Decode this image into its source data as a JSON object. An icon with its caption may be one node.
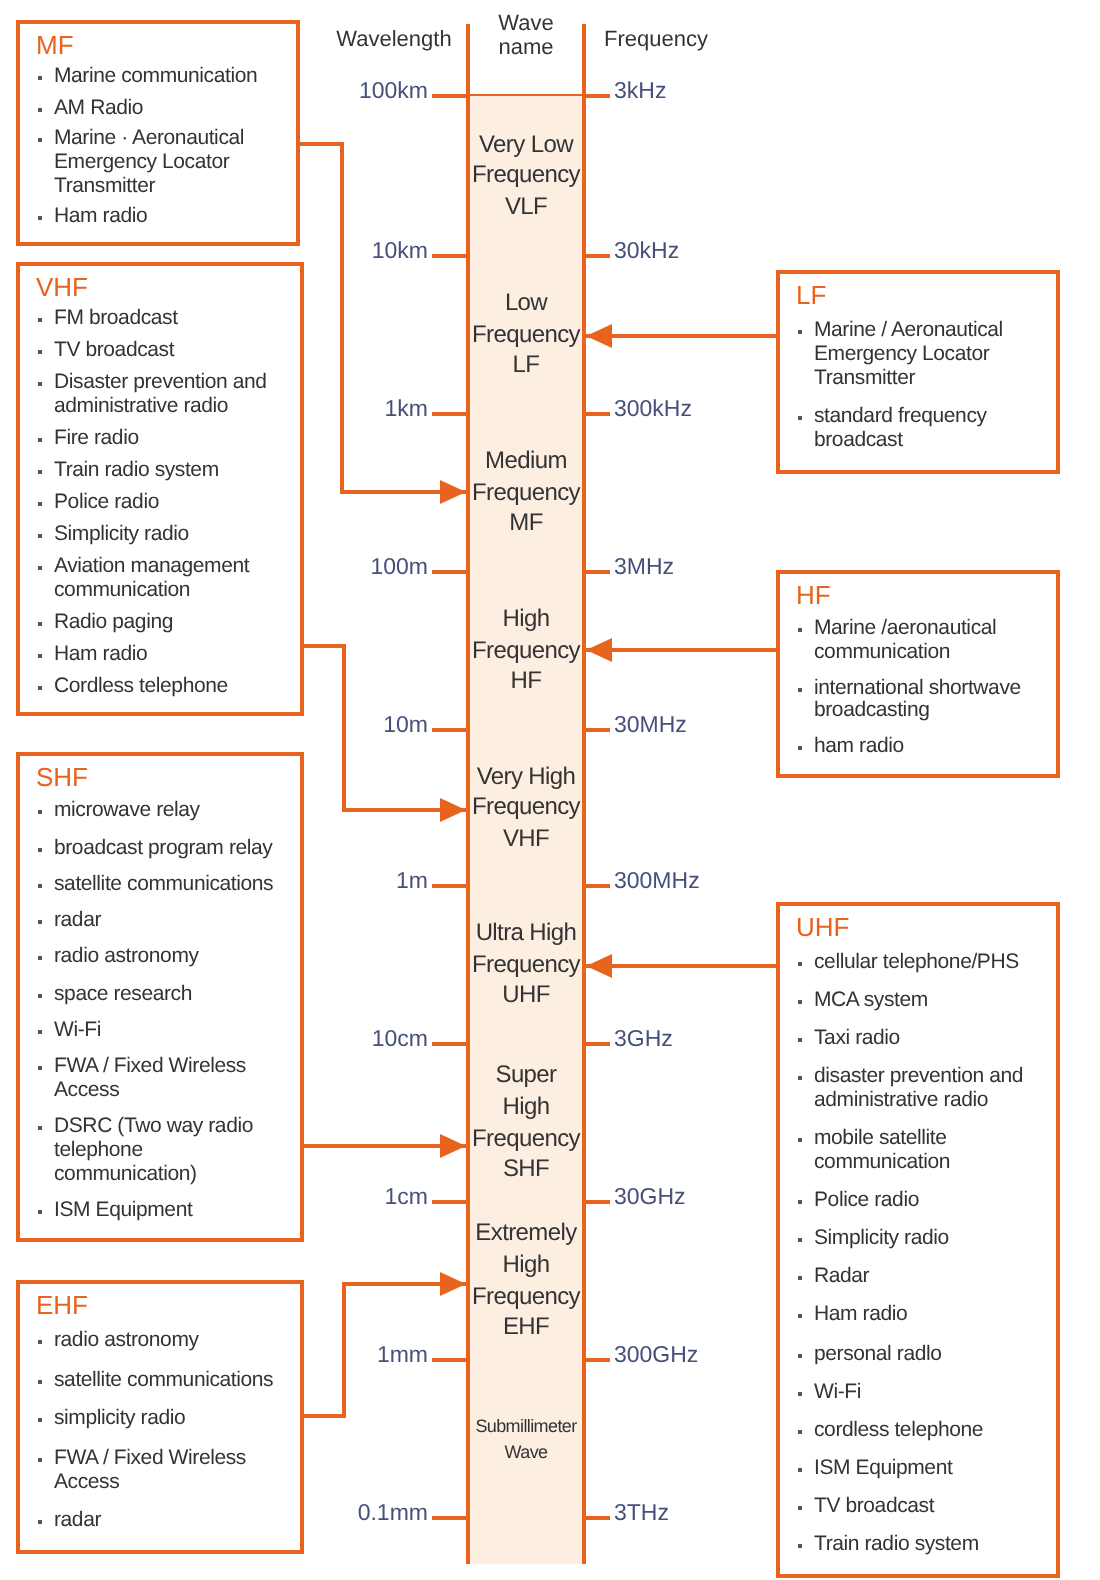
{
  "diagram": {
    "nodes": [
      {
        "text": [
          "Very Low Frequency VLF"
        ]
      },
      {
        "text": [
          "Low Frequency LF"
        ]
      },
      {
        "text": [
          "Medium Frequency MF"
        ]
      },
      {
        "text": [
          "High Frequency HF"
        ]
      },
      {
        "text": [
          "Very High Frequency VHF"
        ]
      },
      {
        "text": [
          "Ultra High Frequency UHF"
        ]
      },
      {
        "text": [
          "Super High Frequency SHF"
        ]
      },
      {
        "text": [
          "Extremely High Frequency EHF"
        ]
      },
      {
        "text": [
          "Submillimeter Wave"
        ]
      },
      {
        "text": [
          "MF",
          "Marine communication",
          "AM Radio",
          "Marine · Aeronautical Emergency Locator Transmitter",
          "Ham radio"
        ]
      },
      {
        "text": [
          "VHF",
          "FM broadcast",
          "TV broadcast",
          "Disaster prevention and administrative radio",
          "Fire radio",
          "Train radio system",
          "Police radio",
          "Simplicity radio",
          "Aviation management communication",
          "Radio paging",
          "Ham radio",
          "Cordless telephone"
        ]
      },
      {
        "text": [
          "SHF",
          "microwave relay",
          "broadcast program relay",
          "satellite communications",
          "radar",
          "radio astronomy",
          "space research",
          "Wi-Fi",
          "FWA / Fixed Wireless Access",
          "DSRC (Two way radio telephone communication)",
          "ISM Equipment"
        ]
      },
      {
        "text": [
          "EHF",
          "radio astronomy",
          "satellite communications",
          "simplicity radio",
          "FWA / Fixed Wireless Access",
          "radar"
        ]
      },
      {
        "text": [
          "LF",
          "Marine / Aeronautical Emergency Locator Transmitter",
          "standard frequency broadcast"
        ]
      },
      {
        "text": [
          "HF",
          "Marine /aeronautical communication",
          "international shortwave broadcasting",
          "ham radio"
        ]
      },
      {
        "text": [
          "UHF",
          "cellular telephone/PHS",
          "MCA system",
          "Taxi radio",
          "disaster prevention and administrative radio",
          "mobile satellite communication",
          "Police radio",
          "Simplicity radio",
          "Radar",
          "Ham radio",
          "personal radlo",
          "Wi-Fi",
          "cordless telephone",
          "ISM Equipment",
          "TV broadcast",
          "Train radio system"
        ]
      }
    ],
    "edges": [
      {
        "from": 9,
        "to": 2,
        "arrow": "to"
      },
      {
        "from": 10,
        "to": 4,
        "arrow": "to"
      },
      {
        "from": 11,
        "to": 6,
        "arrow": "to"
      },
      {
        "from": 12,
        "to": 7,
        "arrow": "to"
      },
      {
        "from": 13,
        "to": 1,
        "arrow": "to"
      },
      {
        "from": 14,
        "to": 3,
        "arrow": "to"
      },
      {
        "from": 15,
        "to": 5,
        "arrow": "to"
      }
    ],
    "labels": [
      "Wavelength",
      "Wave name",
      "Frequency",
      "100km",
      "3kHz",
      "10km",
      "30kHz",
      "1km",
      "300kHz",
      "100m",
      "3MHz",
      "10m",
      "30MHz",
      "1m",
      "300MHz",
      "10cm",
      "3GHz",
      "1cm",
      "30GHz",
      "1mm",
      "300GHz",
      "0.1mm",
      "3THz"
    ]
  }
}
